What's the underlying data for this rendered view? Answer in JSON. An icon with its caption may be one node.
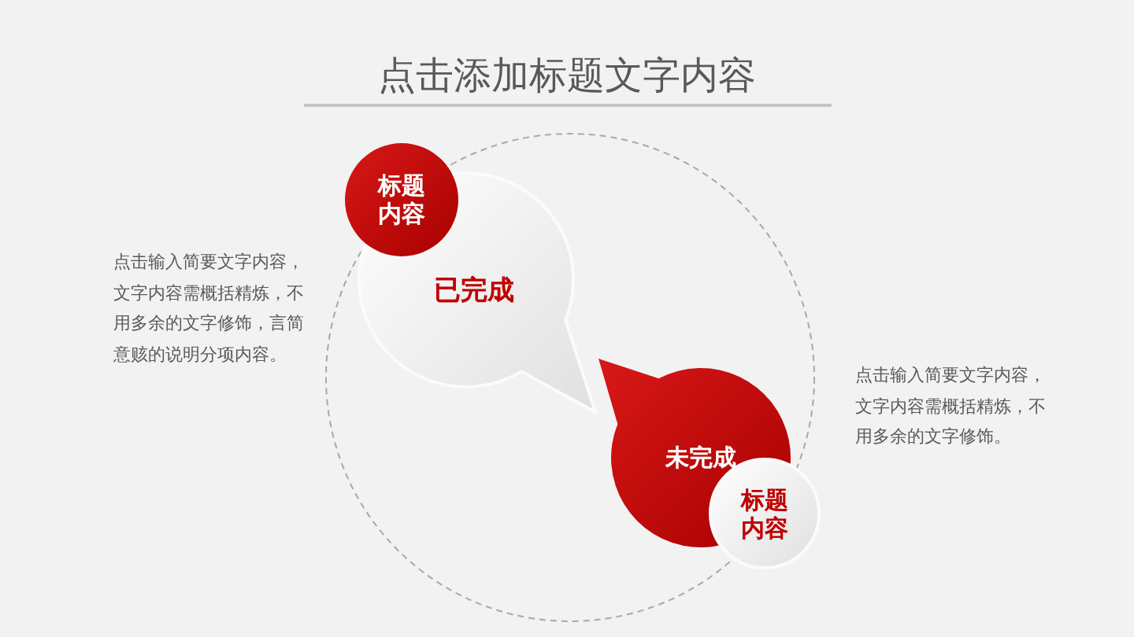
{
  "diagram": {
    "title": "点击添加标题文字内容",
    "nodes": [
      {
        "text": [
          "标题内容"
        ]
      },
      {
        "text": [
          "已完成"
        ]
      },
      {
        "text": [
          "未完成"
        ]
      },
      {
        "text": [
          "标题内容"
        ]
      }
    ],
    "labels": [
      "点击输入简要文字内容，文字内容需概括精炼，不用多余的文字修饰，言简意赅的说明分项内容。",
      "点击输入简要文字内容，文字内容需概括精炼，不用多余的文字修饰。"
    ]
  }
}
